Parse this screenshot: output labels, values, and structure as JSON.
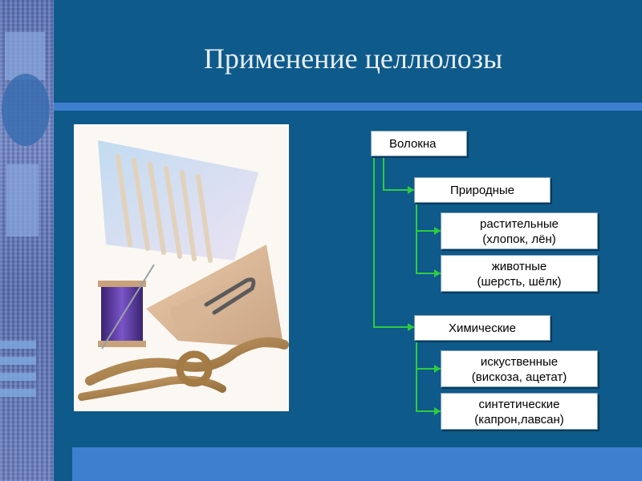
{
  "slide": {
    "title": "Применение целлюлозы",
    "colors": {
      "background": "#0e5a8a",
      "accent": "#3e7fd0",
      "box_fill": "#ffffff",
      "connector": "#2ecc40"
    }
  },
  "diagram": {
    "root": "Волокна",
    "natural": {
      "label": "Природные",
      "children": [
        {
          "line1": "растительные",
          "line2": "(хлопок, лён)"
        },
        {
          "line1": "животные",
          "line2": "(шерсть, шёлк)"
        }
      ]
    },
    "chemical": {
      "label": "Химические",
      "children": [
        {
          "line1": "искуственные",
          "line2": "(вискоза, ацетат)"
        },
        {
          "line1": "синтетические",
          "line2": "(капрон,лавсан)"
        }
      ]
    }
  }
}
